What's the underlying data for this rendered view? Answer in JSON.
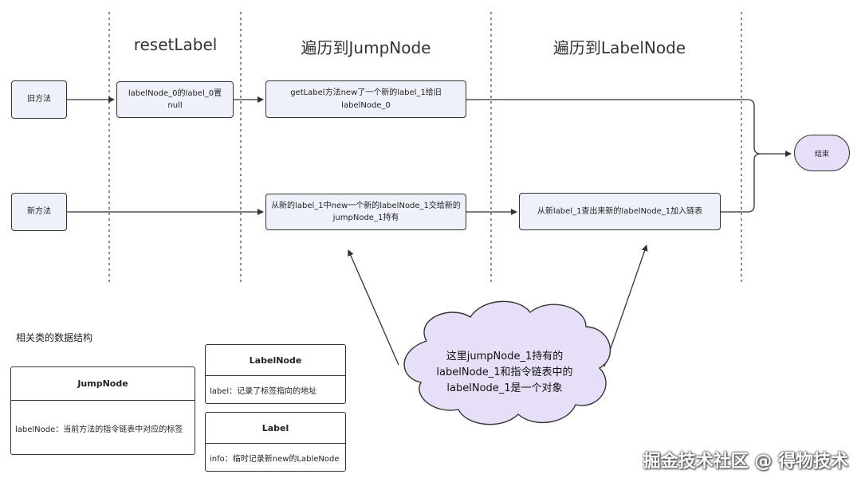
{
  "columns": {
    "reset_label": "resetLabel",
    "jump_node": "遍历到JumpNode",
    "label_node": "遍历到LabelNode"
  },
  "rows": {
    "old_method": "旧方法",
    "new_method": "新方法"
  },
  "nodes": {
    "old_reset": "labelNode_0的label_0置null",
    "old_jump": "getLabel方法new了一个新的label_1给旧labelNode_0",
    "new_jump": "从新的label_1中new一个新的labelNode_1交给新的jumpNode_1持有",
    "new_label": "从新label_1查出来新的labelNode_1加入链表",
    "end": "结束"
  },
  "cloud": {
    "text": "这里jumpNode_1持有的labelNode_1和指令链表中的labelNode_1是一个对象"
  },
  "structures": {
    "heading": "相关类的数据结构",
    "jump_node": {
      "title": "JumpNode",
      "field": "labelNode：当前方法的指令链表中对应的标签"
    },
    "label_node": {
      "title": "LabelNode",
      "field": "label：记录了标签指向的地址"
    },
    "label": {
      "title": "Label",
      "field": "info：临时记录新new的LableNode"
    }
  },
  "watermark": "掘金技术社区 @ 得物技术",
  "colors": {
    "node_fill": "#eef1fa",
    "end_fill": "#e7def8",
    "cloud_fill": "#e7def8",
    "line": "#333333"
  }
}
